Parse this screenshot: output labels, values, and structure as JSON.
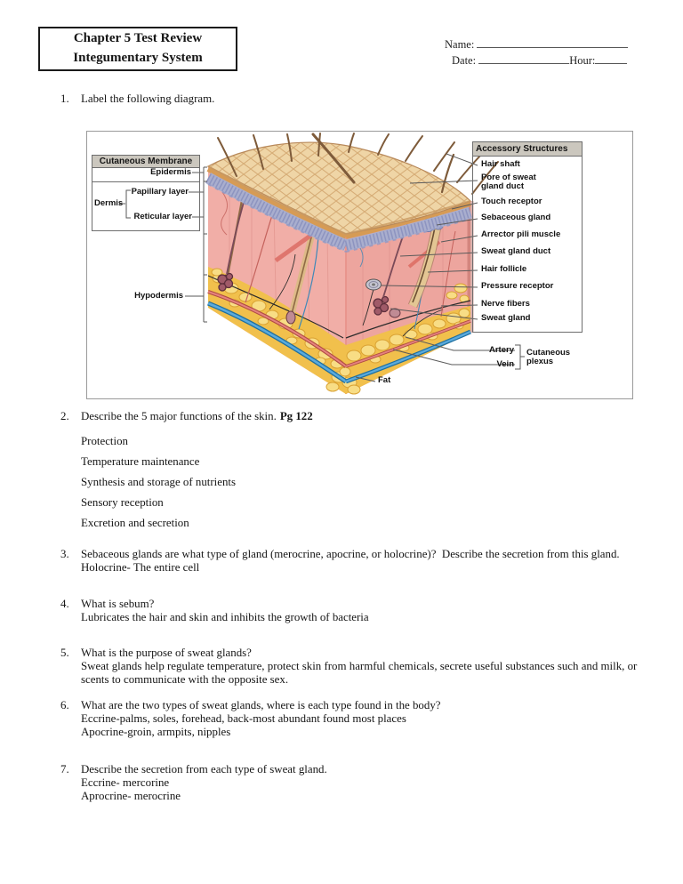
{
  "header": {
    "title_line1": "Chapter 5 Test Review",
    "title_line2": "Integumentary System",
    "name_label": "Name:",
    "date_label": "Date:",
    "hour_label": "Hour:"
  },
  "questions": [
    {
      "num": "1.",
      "text": "Label the following diagram."
    },
    {
      "num": "2.",
      "text": "Describe the 5 major functions of the skin.",
      "page_ref": "Pg 122",
      "answers": [
        "Protection",
        "Temperature maintenance",
        "Synthesis and storage of nutrients",
        "Sensory reception",
        "Excretion and secretion"
      ]
    },
    {
      "num": "3.",
      "text": "Sebaceous glands are what type of gland (merocrine, apocrine, or holocrine)?  Describe the secretion from this gland.",
      "answers": [
        "Holocrine- The entire cell"
      ]
    },
    {
      "num": "4.",
      "text": "What is sebum?",
      "answers": [
        "Lubricates the hair and skin and inhibits the growth of bacteria"
      ]
    },
    {
      "num": "5.",
      "text": "What is the purpose of sweat glands?",
      "answers": [
        "Sweat glands help regulate temperature, protect skin from harmful chemicals, secrete useful substances such and milk, or scents to communicate with the opposite sex."
      ]
    },
    {
      "num": "6.",
      "text": "What are the two types of sweat glands, where is each type found in the body?",
      "answers": [
        "Eccrine-palms, soles, forehead, back-most abundant found most places",
        "Apocrine-groin, armpits, nipples"
      ]
    },
    {
      "num": "7.",
      "text": "Describe the secretion from each type of sweat gland.",
      "answers": [
        "Eccrine- mercorine",
        "Aprocrine- merocrine"
      ]
    }
  ],
  "diagram": {
    "left_box": {
      "header": "Cutaneous Membrane",
      "epidermis": "Epidermis",
      "dermis": "Dermis",
      "papillary": "Papillary layer",
      "reticular": "Reticular layer",
      "hypodermis": "Hypodermis"
    },
    "right_box": {
      "header": "Accessory Structures",
      "items": [
        "Hair shaft",
        "Pore of sweat gland duct",
        "Touch receptor",
        "Sebaceous gland",
        "Arrector pili muscle",
        "Sweat gland duct",
        "Hair follicle",
        "Pressure receptor",
        "Nerve fibers",
        "Sweat gland"
      ]
    },
    "bottom_labels": {
      "artery": "Artery",
      "vein": "Vein",
      "plexus": "Cutaneous plexus",
      "fat": "Fat"
    },
    "colors": {
      "skin_top": "#EFD5A6",
      "skin_hatch": "#D6AC76",
      "epidermis_band": "#A9AECE",
      "stratum_rim": "#D69B55",
      "dermis_left": "#F1AEA7",
      "dermis_right": "#EDA59E",
      "fat_yellow": "#F1C04C",
      "fat_lobule": "#F8DD85",
      "vein_blue": "#1E6FA0",
      "vein_light": "#5AAADC",
      "artery_red": "#B04A44",
      "artery_light": "#E5837E",
      "hair_brown": "#7E5B3A",
      "gland_maroon": "#A05A68",
      "label_header_bg": "#CBC7BE"
    }
  }
}
